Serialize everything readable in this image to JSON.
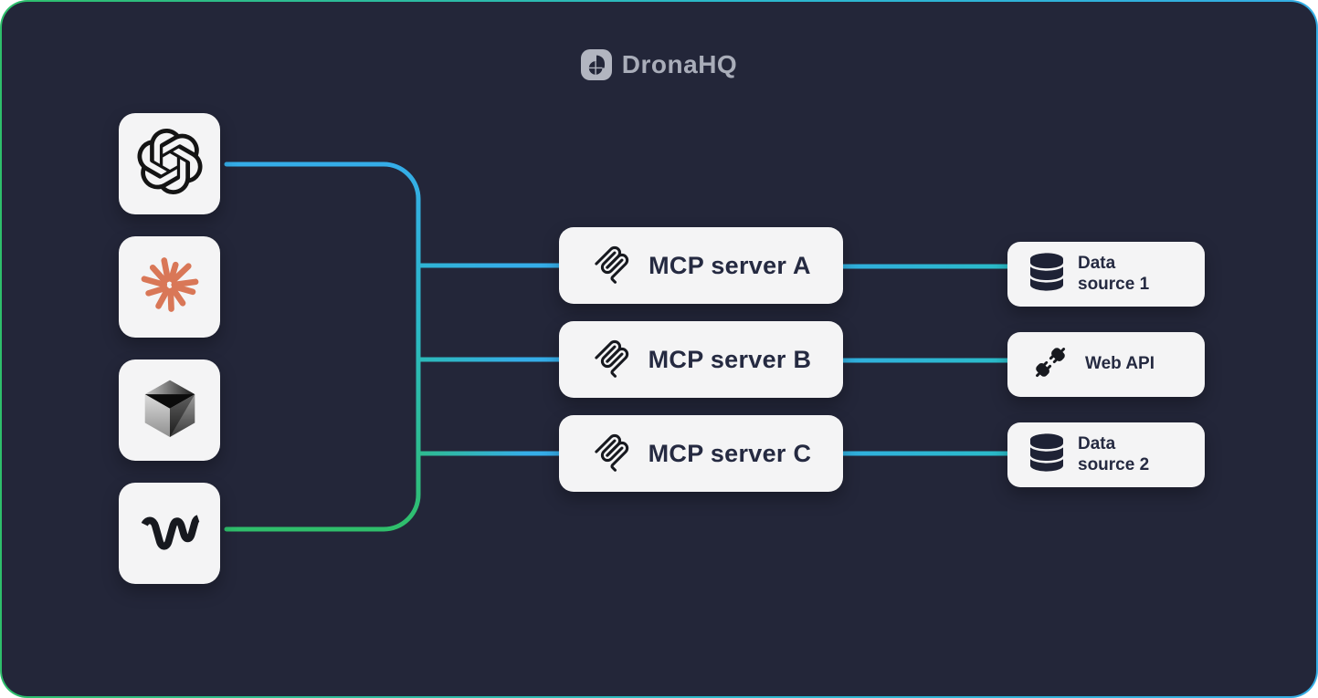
{
  "brand": {
    "name": "DronaHQ",
    "logo_icon": "dronahq-logo-icon"
  },
  "clients": [
    {
      "icon": "openai-icon"
    },
    {
      "icon": "claude-icon"
    },
    {
      "icon": "cursor-icon"
    },
    {
      "icon": "windsurf-icon"
    }
  ],
  "servers": [
    {
      "icon": "mcp-icon",
      "label": "MCP server A"
    },
    {
      "icon": "mcp-icon",
      "label": "MCP server B"
    },
    {
      "icon": "mcp-icon",
      "label": "MCP server C"
    }
  ],
  "resources": [
    {
      "icon": "database-icon",
      "label": "Data source 1"
    },
    {
      "icon": "plug-icon",
      "label": "Web API"
    },
    {
      "icon": "database-icon",
      "label": "Data source 2"
    }
  ],
  "colors": {
    "canvas_background": "#232639",
    "card_background": "#F4F4F5",
    "text_dark": "#252A41",
    "text_gray": "#A9ADB9",
    "line_blue": "#35ADE8",
    "line_teal": "#2BB9C6",
    "line_green": "#2FBE6B",
    "claude_orange": "#D97757"
  }
}
